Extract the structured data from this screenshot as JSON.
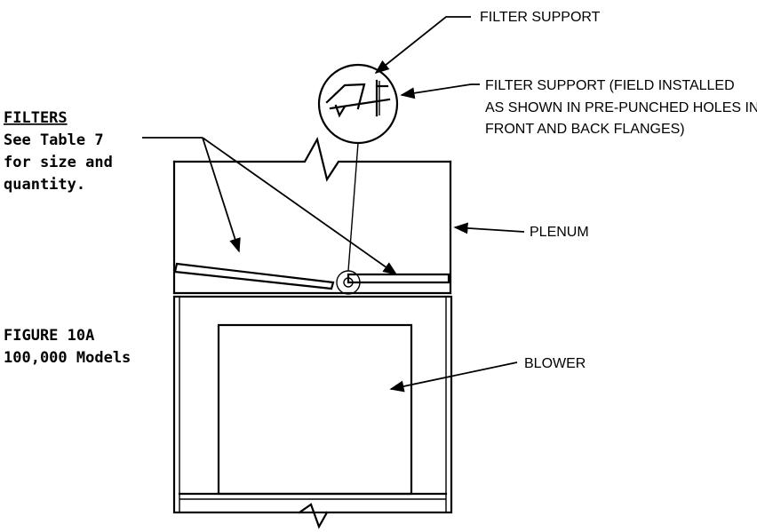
{
  "labels": {
    "filter_support_top": "FILTER SUPPORT",
    "filter_support_field_line1": "FILTER SUPPORT (FIELD INSTALLED",
    "filter_support_field_line2": "AS SHOWN IN PRE-PUNCHED HOLES IN",
    "filter_support_field_line3": "FRONT AND BACK FLANGES)",
    "plenum": "PLENUM",
    "blower": "BLOWER"
  },
  "filters_note": {
    "title": "FILTERS",
    "line1": "See Table 7",
    "line2": "for size and",
    "line3": "quantity."
  },
  "figure": {
    "number": "FIGURE 10A",
    "caption": "100,000 Models"
  }
}
